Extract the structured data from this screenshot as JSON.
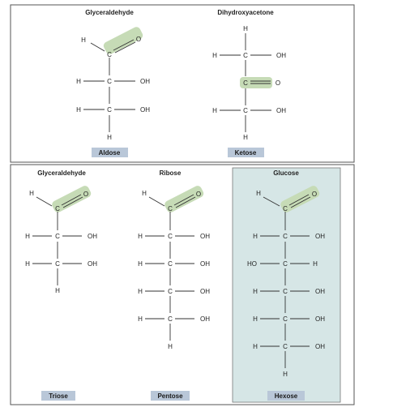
{
  "atoms": {
    "H": "H",
    "C": "C",
    "O": "O",
    "OH": "OH",
    "HO": "HO"
  },
  "colors": {
    "frame": "#555555",
    "bond": "#333333",
    "highlight": "#c6dbb6",
    "badge": "#b9c7d8",
    "glucose_panel": "#d6e6e6"
  },
  "top_panel": {
    "glyceraldehyde": {
      "title": "Glyceraldehyde",
      "label": "Aldose"
    },
    "dihydroxyacetone": {
      "title": "Dihydroxyacetone",
      "label": "Ketose"
    }
  },
  "bottom_panel": {
    "glyceraldehyde": {
      "title": "Glyceraldehyde",
      "label": "Triose"
    },
    "ribose": {
      "title": "Ribose",
      "label": "Pentose"
    },
    "glucose": {
      "title": "Glucose",
      "label": "Hexose"
    }
  }
}
